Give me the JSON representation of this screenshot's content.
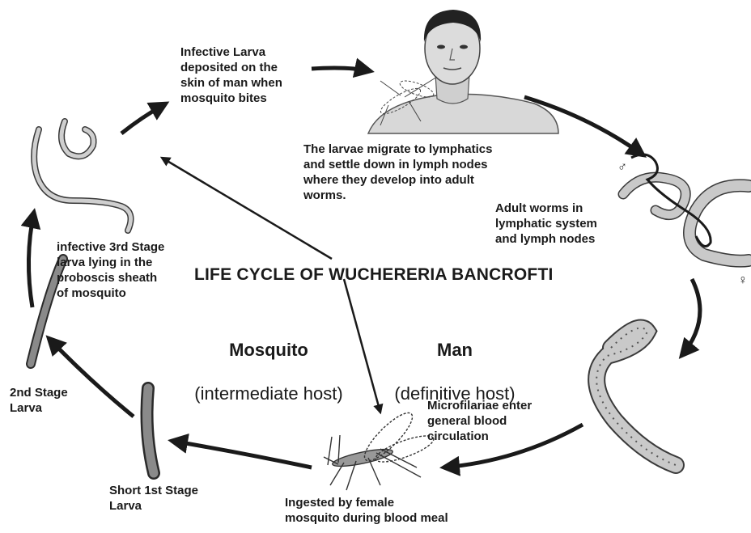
{
  "title": "LIFE CYCLE OF WUCHERERIA BANCROFTI",
  "hosts": {
    "mosquito": {
      "name": "Mosquito",
      "role": "(intermediate host)"
    },
    "man": {
      "name": "Man",
      "role": "(definitive host)"
    }
  },
  "stages": {
    "infective_larva_deposited": "Infective Larva\ndeposited on the\nskin of man when\nmosquito bites",
    "larvae_migrate": "The larvae migrate to lymphatics\nand settle down in lymph nodes\nwhere they develop into adult\nworms.",
    "adult_worms": "Adult worms in\nlymphatic system\nand lymph nodes",
    "microfilariae": "Microfilariae enter\ngeneral blood\ncirculation",
    "ingested": "Ingested by female\nmosquito during blood meal",
    "first_stage": "Short 1st Stage\nLarva",
    "second_stage": "2nd Stage\nLarva",
    "third_stage": "infective 3rd Stage\nlarva lying in the\nproboscis sheath\nof mosquito"
  },
  "symbols": {
    "male": "♂",
    "female": "♀"
  },
  "colors": {
    "ink": "#1a1a1a",
    "worm_fill": "#c9c9c9",
    "worm_stroke": "#3a3a3a",
    "skin": "#d8d8d8"
  }
}
